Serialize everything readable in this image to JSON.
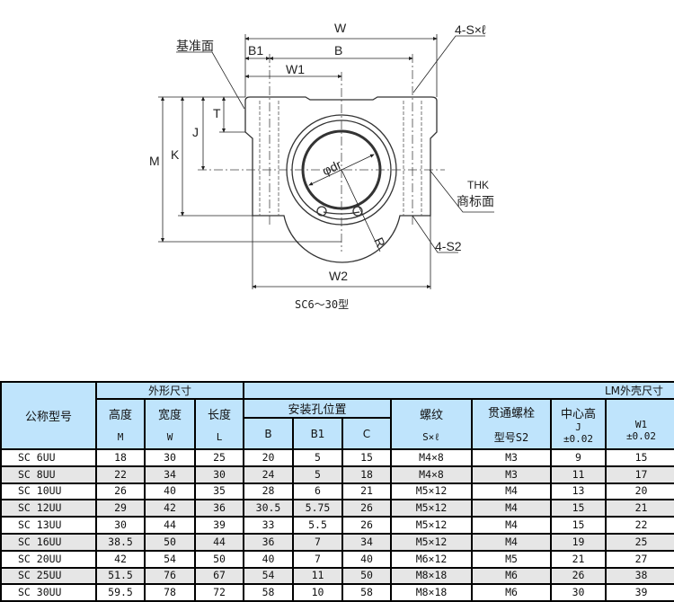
{
  "diagram": {
    "labels": {
      "W": "W",
      "B1": "B1",
      "B": "B",
      "W1": "W1",
      "ref_face": "基准面",
      "hole_spec": "4-S×ℓ",
      "T": "T",
      "J": "J",
      "K": "K",
      "M": "M",
      "bore": "φdr",
      "R": "R",
      "thk": "THK",
      "brand_face": "商标面",
      "through_hole": "4-S2",
      "W2": "W2"
    },
    "caption": "SC6～30型"
  },
  "table": {
    "model_header": "公称型号",
    "group_outer": "外形尺寸",
    "group_lm": "LM外壳尺寸",
    "col_height": {
      "name": "高度",
      "sym": "M"
    },
    "col_width": {
      "name": "宽度",
      "sym": "W"
    },
    "col_length": {
      "name": "长度",
      "sym": "L"
    },
    "group_mount": "安装孔位置",
    "col_B": "B",
    "col_B1": "B1",
    "col_C": "C",
    "col_thread": {
      "name": "螺纹",
      "sym": "S×ℓ"
    },
    "col_bolt": {
      "name": "贯通螺栓",
      "sym": "型号S2"
    },
    "col_center": {
      "name": "中心高",
      "sym": "J",
      "tol": "±0.02"
    },
    "col_W1": {
      "sym": "W1",
      "tol": "±0.02"
    },
    "rows": [
      [
        "SC  6UU",
        "18",
        "30",
        "25",
        "20",
        "5",
        "15",
        "M4×8",
        "M3",
        "9",
        "15"
      ],
      [
        "SC  8UU",
        "22",
        "34",
        "30",
        "24",
        "5",
        "18",
        "M4×8",
        "M3",
        "11",
        "17"
      ],
      [
        "SC  10UU",
        "26",
        "40",
        "35",
        "28",
        "6",
        "21",
        "M5×12",
        "M4",
        "13",
        "20"
      ],
      [
        "SC  12UU",
        "29",
        "42",
        "36",
        "30.5",
        "5.75",
        "26",
        "M5×12",
        "M4",
        "15",
        "21"
      ],
      [
        "SC  13UU",
        "30",
        "44",
        "39",
        "33",
        "5.5",
        "26",
        "M5×12",
        "M4",
        "15",
        "22"
      ],
      [
        "SC  16UU",
        "38.5",
        "50",
        "44",
        "36",
        "7",
        "34",
        "M5×12",
        "M4",
        "19",
        "25"
      ],
      [
        "SC  20UU",
        "42",
        "54",
        "50",
        "40",
        "7",
        "40",
        "M6×12",
        "M5",
        "21",
        "27"
      ],
      [
        "SC  25UU",
        "51.5",
        "76",
        "67",
        "54",
        "11",
        "50",
        "M8×18",
        "M6",
        "26",
        "38"
      ],
      [
        "SC  30UU",
        "59.5",
        "78",
        "72",
        "58",
        "10",
        "58",
        "M8×18",
        "M6",
        "30",
        "39"
      ]
    ]
  }
}
